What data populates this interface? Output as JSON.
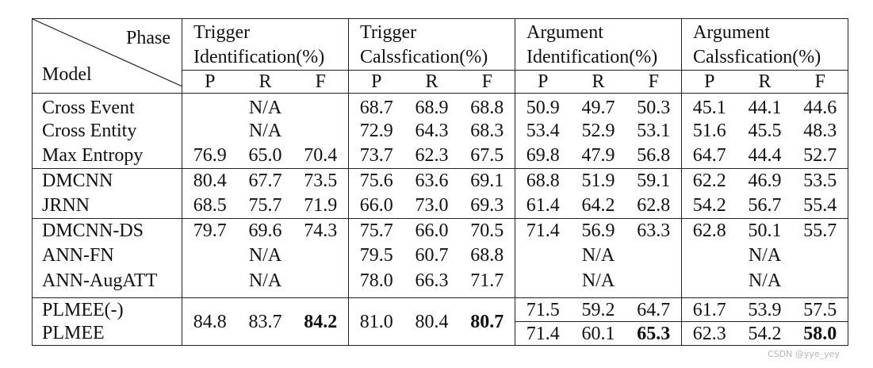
{
  "header": {
    "phase": "Phase",
    "model": "Model",
    "groups": [
      {
        "line1": "Trigger",
        "line2": "Identification(%)"
      },
      {
        "line1": "Trigger",
        "line2": "Calssfication(%)"
      },
      {
        "line1": "Argument",
        "line2": "Identification(%)"
      },
      {
        "line1": "Argument",
        "line2": "Calssfication(%)"
      }
    ],
    "metrics": [
      "P",
      "R",
      "F"
    ]
  },
  "rows": [
    {
      "model": "Cross Event",
      "ti": [
        "",
        "N/A",
        ""
      ],
      "tc": [
        "68.7",
        "68.9",
        "68.8"
      ],
      "ai": [
        "50.9",
        "49.7",
        "50.3"
      ],
      "ac": [
        "45.1",
        "44.1",
        "44.6"
      ]
    },
    {
      "model": "Cross Entity",
      "ti": [
        "",
        "N/A",
        ""
      ],
      "tc": [
        "72.9",
        "64.3",
        "68.3"
      ],
      "ai": [
        "53.4",
        "52.9",
        "53.1"
      ],
      "ac": [
        "51.6",
        "45.5",
        "48.3"
      ]
    },
    {
      "model": "Max Entropy",
      "ti": [
        "76.9",
        "65.0",
        "70.4"
      ],
      "tc": [
        "73.7",
        "62.3",
        "67.5"
      ],
      "ai": [
        "69.8",
        "47.9",
        "56.8"
      ],
      "ac": [
        "64.7",
        "44.4",
        "52.7"
      ]
    },
    {
      "model": "DMCNN",
      "ti": [
        "80.4",
        "67.7",
        "73.5"
      ],
      "tc": [
        "75.6",
        "63.6",
        "69.1"
      ],
      "ai": [
        "68.8",
        "51.9",
        "59.1"
      ],
      "ac": [
        "62.2",
        "46.9",
        "53.5"
      ]
    },
    {
      "model": "JRNN",
      "ti": [
        "68.5",
        "75.7",
        "71.9"
      ],
      "tc": [
        "66.0",
        "73.0",
        "69.3"
      ],
      "ai": [
        "61.4",
        "64.2",
        "62.8"
      ],
      "ac": [
        "54.2",
        "56.7",
        "55.4"
      ]
    },
    {
      "model": "DMCNN-DS",
      "ti": [
        "79.7",
        "69.6",
        "74.3"
      ],
      "tc": [
        "75.7",
        "66.0",
        "70.5"
      ],
      "ai": [
        "71.4",
        "56.9",
        "63.3"
      ],
      "ac": [
        "62.8",
        "50.1",
        "55.7"
      ]
    },
    {
      "model": "ANN-FN",
      "ti": [
        "",
        "N/A",
        ""
      ],
      "tc": [
        "79.5",
        "60.7",
        "68.8"
      ],
      "ai": [
        "",
        "N/A",
        ""
      ],
      "ac": [
        "",
        "N/A",
        ""
      ]
    },
    {
      "model": "ANN-AugATT",
      "ti": [
        "",
        "N/A",
        ""
      ],
      "tc": [
        "78.0",
        "66.3",
        "71.7"
      ],
      "ai": [
        "",
        "N/A",
        ""
      ],
      "ac": [
        "",
        "N/A",
        ""
      ]
    }
  ],
  "plmee": {
    "models": [
      "PLMEE(-)",
      "PLMEE"
    ],
    "ti_shared": [
      "84.8",
      "83.7",
      "84.2"
    ],
    "tc_shared": [
      "81.0",
      "80.4",
      "80.7"
    ],
    "ai": [
      [
        "71.5",
        "59.2",
        "64.7"
      ],
      [
        "71.4",
        "60.1",
        "65.3"
      ]
    ],
    "ac": [
      [
        "61.7",
        "53.9",
        "57.5"
      ],
      [
        "62.3",
        "54.2",
        "58.0"
      ]
    ]
  },
  "watermark": "CSDN @yye_yey"
}
